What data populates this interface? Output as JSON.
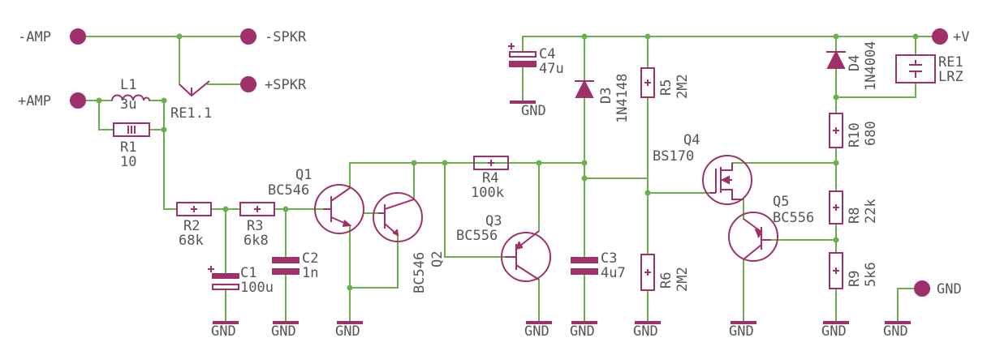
{
  "colors": {
    "wire": "#6ab04c",
    "part": "#a0306a",
    "text": "#555555",
    "background": "#ffffff"
  },
  "connectors": {
    "amp_neg": "-AMP",
    "amp_pos": "+AMP",
    "spkr_neg": "-SPKR",
    "spkr_pos": "+SPKR",
    "vcc": "+V",
    "gnd_terminal": "GND"
  },
  "components": {
    "L1": {
      "name": "L1",
      "value": "3u"
    },
    "RE1_1": {
      "name": "RE1.1"
    },
    "R1": {
      "name": "R1",
      "value": "10"
    },
    "R2": {
      "name": "R2",
      "value": "68k"
    },
    "R3": {
      "name": "R3",
      "value": "6k8"
    },
    "C1": {
      "name": "C1",
      "value": "100u"
    },
    "C2": {
      "name": "C2",
      "value": "1n"
    },
    "Q1": {
      "name": "Q1",
      "value": "BC546"
    },
    "Q2": {
      "name": "Q2",
      "value": "BC546"
    },
    "R4": {
      "name": "R4",
      "value": "100k"
    },
    "Q3": {
      "name": "Q3",
      "value": "BC556"
    },
    "C3": {
      "name": "C3",
      "value": "4u7"
    },
    "C4": {
      "name": "C4",
      "value": "47u"
    },
    "D3": {
      "name": "D3",
      "value": "1N4148"
    },
    "R5": {
      "name": "R5",
      "value": "2M2"
    },
    "R6": {
      "name": "R6",
      "value": "2M2"
    },
    "Q4": {
      "name": "Q4",
      "value": "BS170"
    },
    "Q5": {
      "name": "Q5",
      "value": "BC556"
    },
    "D4": {
      "name": "D4",
      "value": "1N4004"
    },
    "RE1": {
      "name": "RE1",
      "value": "LRZ"
    },
    "R10": {
      "name": "R10",
      "value": "680"
    },
    "R8": {
      "name": "R8",
      "value": "22k"
    },
    "R9": {
      "name": "R9",
      "value": "5k6"
    }
  },
  "ground_label": "GND"
}
